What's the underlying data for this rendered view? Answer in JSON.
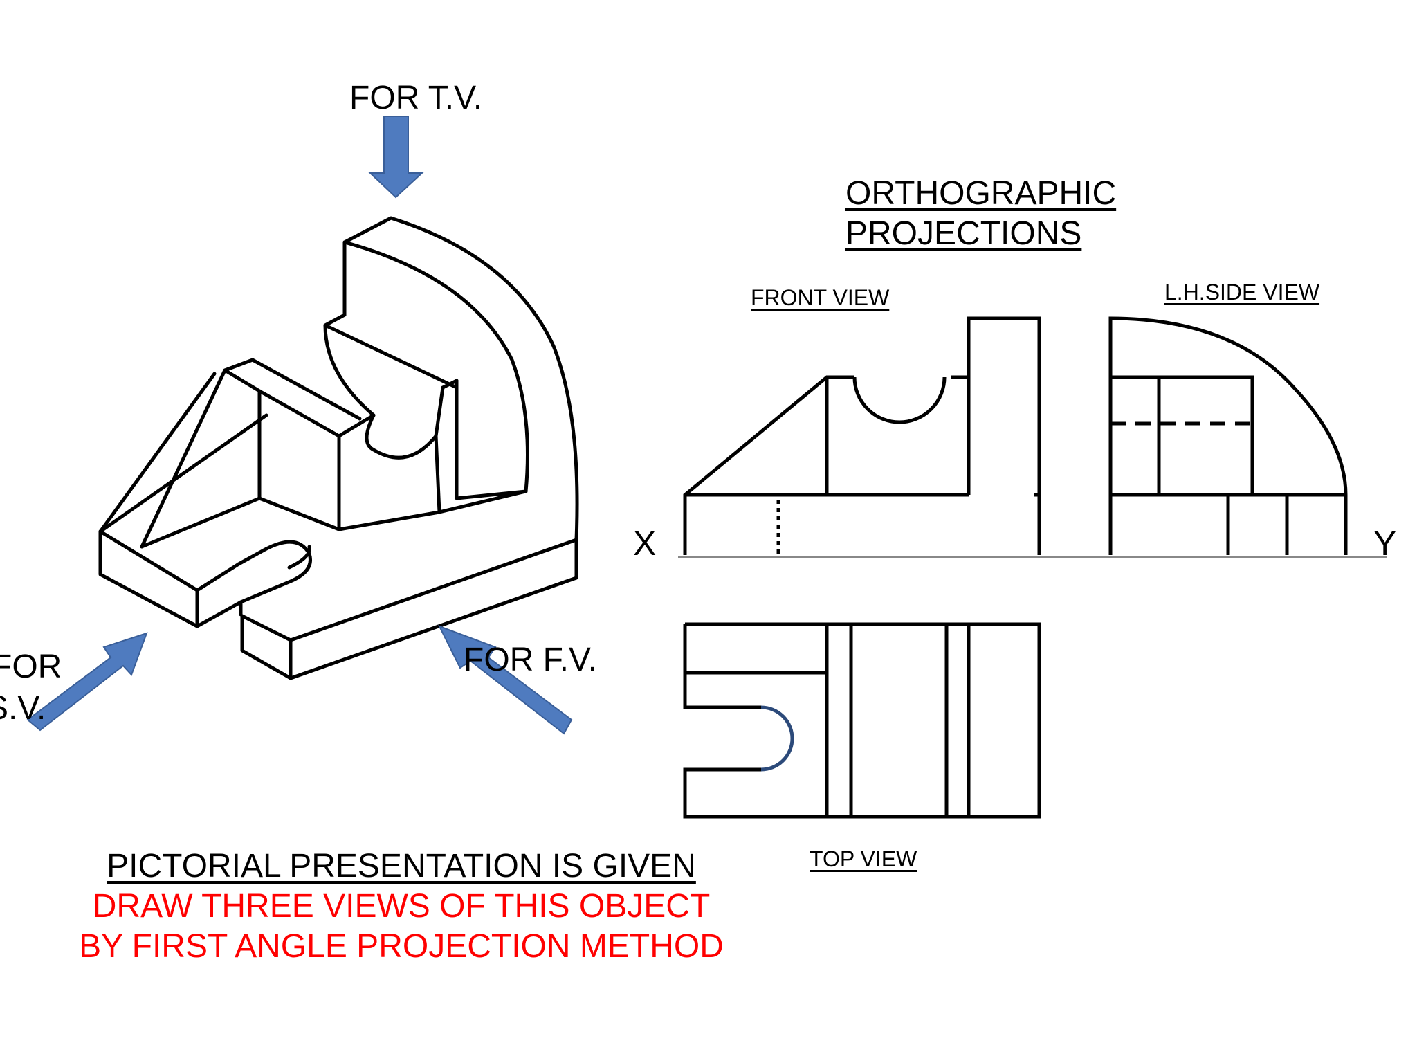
{
  "arrows": {
    "top_view_label": "FOR T.V.",
    "front_view_label": "FOR F.V.",
    "side_view_label_line1": "FOR",
    "side_view_label_line2": "S.V.",
    "color": "#4f7bbf"
  },
  "heading": {
    "line1": "ORTHOGRAPHIC",
    "line2": "PROJECTIONS"
  },
  "views": {
    "front_view": "FRONT VIEW",
    "side_view": "L.H.SIDE VIEW",
    "top_view": "TOP VIEW"
  },
  "reference_line": {
    "x_label": "X",
    "y_label": "Y"
  },
  "caption": {
    "line1": "PICTORIAL PRESENTATION IS GIVEN",
    "line2": "DRAW THREE VIEWS OF THIS OBJECT",
    "line3": "BY FIRST ANGLE PROJECTION METHOD",
    "instruction_color": "#ff0000"
  }
}
